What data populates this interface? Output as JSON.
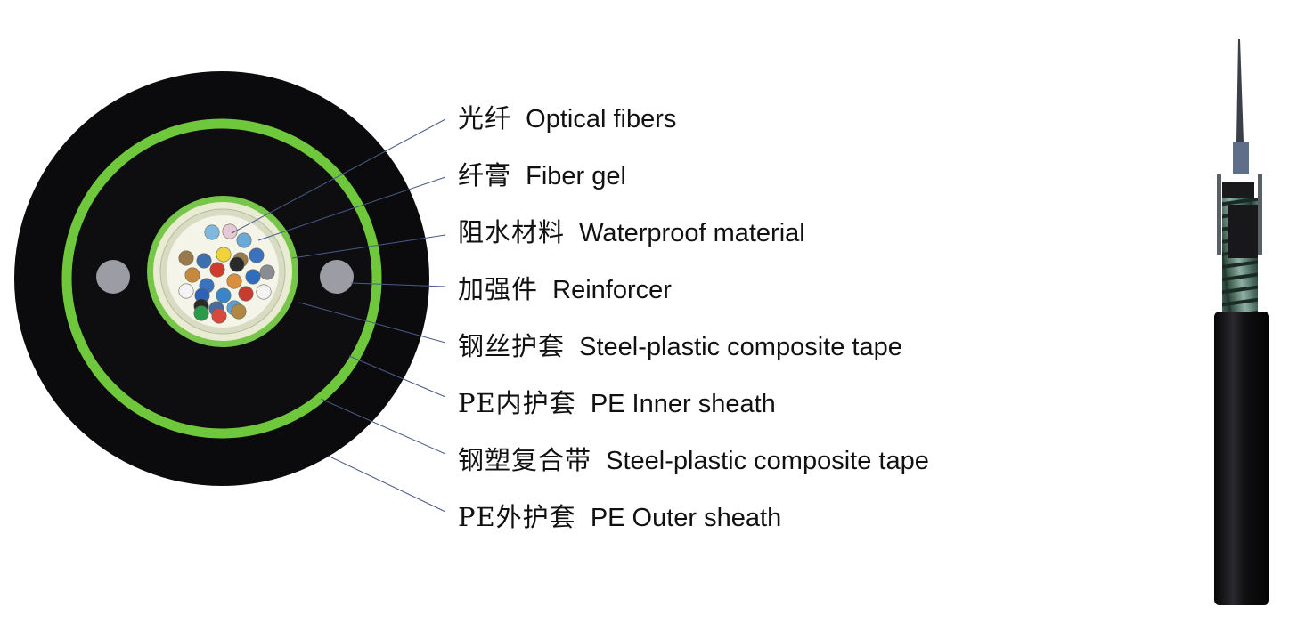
{
  "labels": [
    {
      "zh": "光纤",
      "en": "Optical fibers"
    },
    {
      "zh": "纤膏",
      "en": "Fiber gel"
    },
    {
      "zh": "阻水材料",
      "en": "Waterproof material"
    },
    {
      "zh": "加强件",
      "en": "Reinforcer"
    },
    {
      "zh": "钢丝护套",
      "en": "Steel-plastic composite tape"
    },
    {
      "zh": "PE内护套",
      "en": "PE Inner sheath"
    },
    {
      "zh": "钢塑复合带",
      "en": "Steel-plastic composite tape"
    },
    {
      "zh": "PE外护套",
      "en": "PE  Outer sheath"
    }
  ],
  "colors": {
    "outer_sheath": "#0b0b0d",
    "armor_ring": "#6fc83c",
    "inner_ring": "#76c64a",
    "reinforcer": "#9c9ca4",
    "core_gel": "#f3f2e4",
    "core_tube": "#d8dcc2",
    "leader_line": "#4a5a8a"
  },
  "fiber_colors": [
    "#7fb8e0",
    "#e6c9d6",
    "#6aa8d8",
    "#9a7a4c",
    "#3d6fb0",
    "#f0d23a",
    "#9a7a4c",
    "#3a72c0",
    "#c8883c",
    "#d03c2c",
    "#2a2a2a",
    "#8a8c94",
    "#3a72c0",
    "#d89040",
    "#2e6ec0",
    "#f4f4f4",
    "#2e62b8",
    "#3a84c8",
    "#c83c30",
    "#f4f4f4",
    "#2a2a2a",
    "#4a6aa0",
    "#5aa0d8",
    "#d8483c",
    "#b08844",
    "#2a9a4a"
  ]
}
